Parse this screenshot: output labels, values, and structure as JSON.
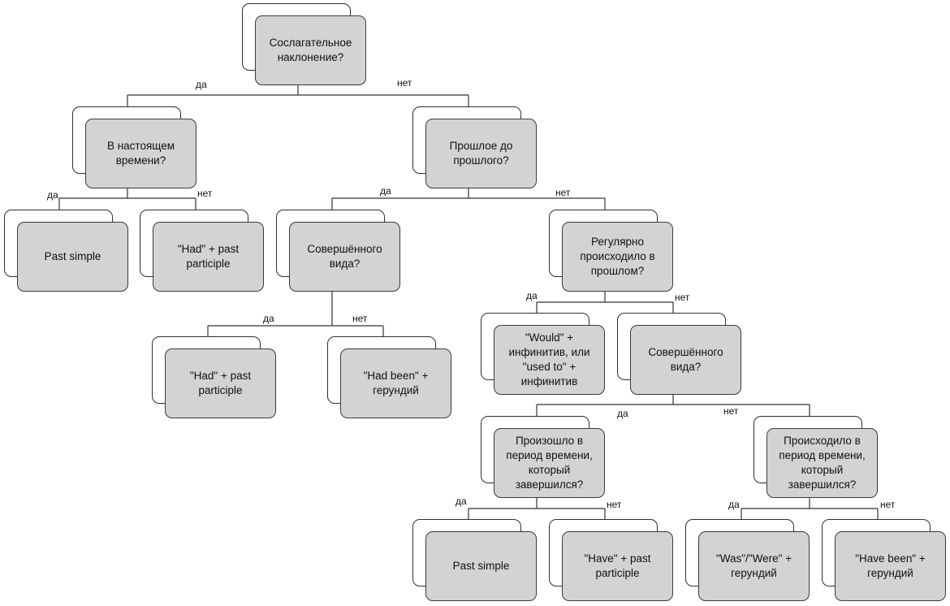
{
  "nodes": {
    "n_subj": "Сослагательное наклонение?",
    "n_present": "В настоящем времени?",
    "n_pastpast": "Прошлое до прошлого?",
    "n_pastsimple1": "Past simple",
    "n_hadpp1": "\"Had\" + past participle",
    "n_perfect1": "Совершённого вида?",
    "n_regular": "Регулярно происходило в прошлом?",
    "n_hadpp2": "\"Had\" + past participle",
    "n_hadbeen": "\"Had been\" + герундий",
    "n_would": "\"Would\" + инфинитив, или \"used to\" + инфинитив",
    "n_perfect2": "Совершённого вида?",
    "n_happened": "Произошло в период времени, который завершился?",
    "n_happening": "Происходило в период времени, который завершился?",
    "n_pastsimple2": "Past simple",
    "n_havepp": "\"Have\" + past participle",
    "n_wasger": "\"Was\"/\"Were\" + герундий",
    "n_havebeen": "\"Have been\" + герундий"
  },
  "edge_labels": {
    "yes": "да",
    "no": "нет"
  },
  "colors": {
    "node_fill": "#d3d3d3",
    "shadow_fill": "#ffffff",
    "line": "#333333"
  }
}
